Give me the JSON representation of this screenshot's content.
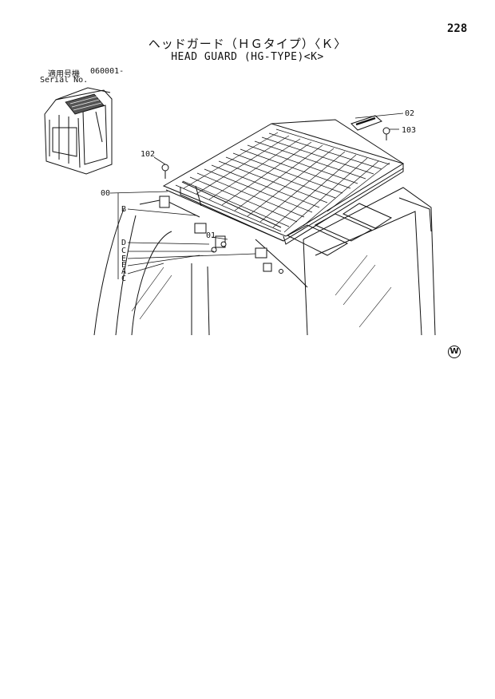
{
  "page": {
    "number": "228"
  },
  "title": {
    "japanese": "ヘッドガード（ＨＧタイプ）〈Ｋ〉",
    "english": "HEAD GUARD (HG-TYPE)<K>"
  },
  "serial": {
    "label_jp": "適用号機",
    "label_en": "Serial No.",
    "value": "060001-"
  },
  "callouts": {
    "part_00": "00",
    "part_01": "01",
    "part_02": "02",
    "part_102": "102",
    "part_103": "103",
    "ref_b": "B",
    "ref_d": "D",
    "ref_c1": "C",
    "ref_e1": "E",
    "ref_e2": "E",
    "ref_a": "A",
    "ref_c2": "C"
  },
  "watermark": {
    "symbol": "W"
  }
}
